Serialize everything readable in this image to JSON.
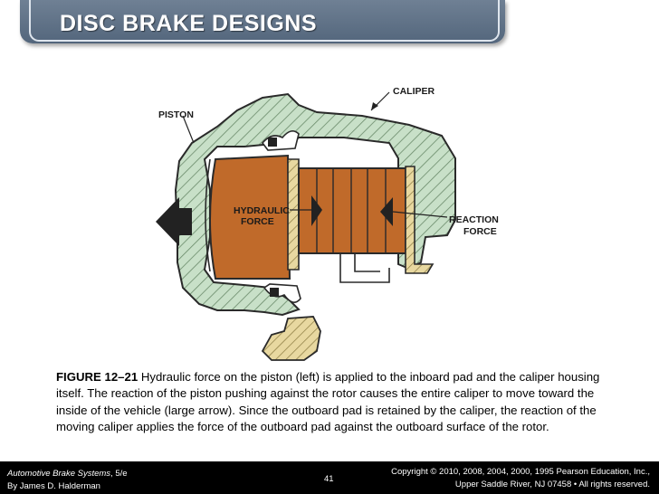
{
  "slide": {
    "title": "DISC BRAKE DESIGNS"
  },
  "diagram": {
    "labels": {
      "caliper": "CALIPER",
      "piston": "PISTON",
      "hydraulic_line1": "HYDRAULIC",
      "hydraulic_line2": "FORCE",
      "reaction_line1": "REACTION",
      "reaction_line2": "FORCE"
    },
    "colors": {
      "housing": "#c8e0c8",
      "hatch": "#6a8a6a",
      "rotor": "#c06a2a",
      "outboard_pad": "#e8d8a0",
      "arrow": "#222222"
    }
  },
  "caption": {
    "figure_label": "FIGURE 12–21",
    "text": " Hydraulic force on the piston (left) is applied to the inboard pad and the caliper housing itself. The reaction of the piston pushing against the rotor causes the entire caliper to move toward the inside of the vehicle (large arrow). Since the outboard pad is retained by the caliper, the reaction of the moving caliper applies the force of the outboard pad against the outboard surface of the rotor."
  },
  "footer": {
    "book_title": "Automotive Brake Systems",
    "edition": ", 5/e",
    "author": "By James D. Halderman",
    "page_number": "41",
    "copyright_line1": "Copyright © 2010, 2008, 2004, 2000, 1995 Pearson Education, Inc.,",
    "copyright_line2": "Upper Saddle River, NJ 07458 • All rights reserved."
  }
}
